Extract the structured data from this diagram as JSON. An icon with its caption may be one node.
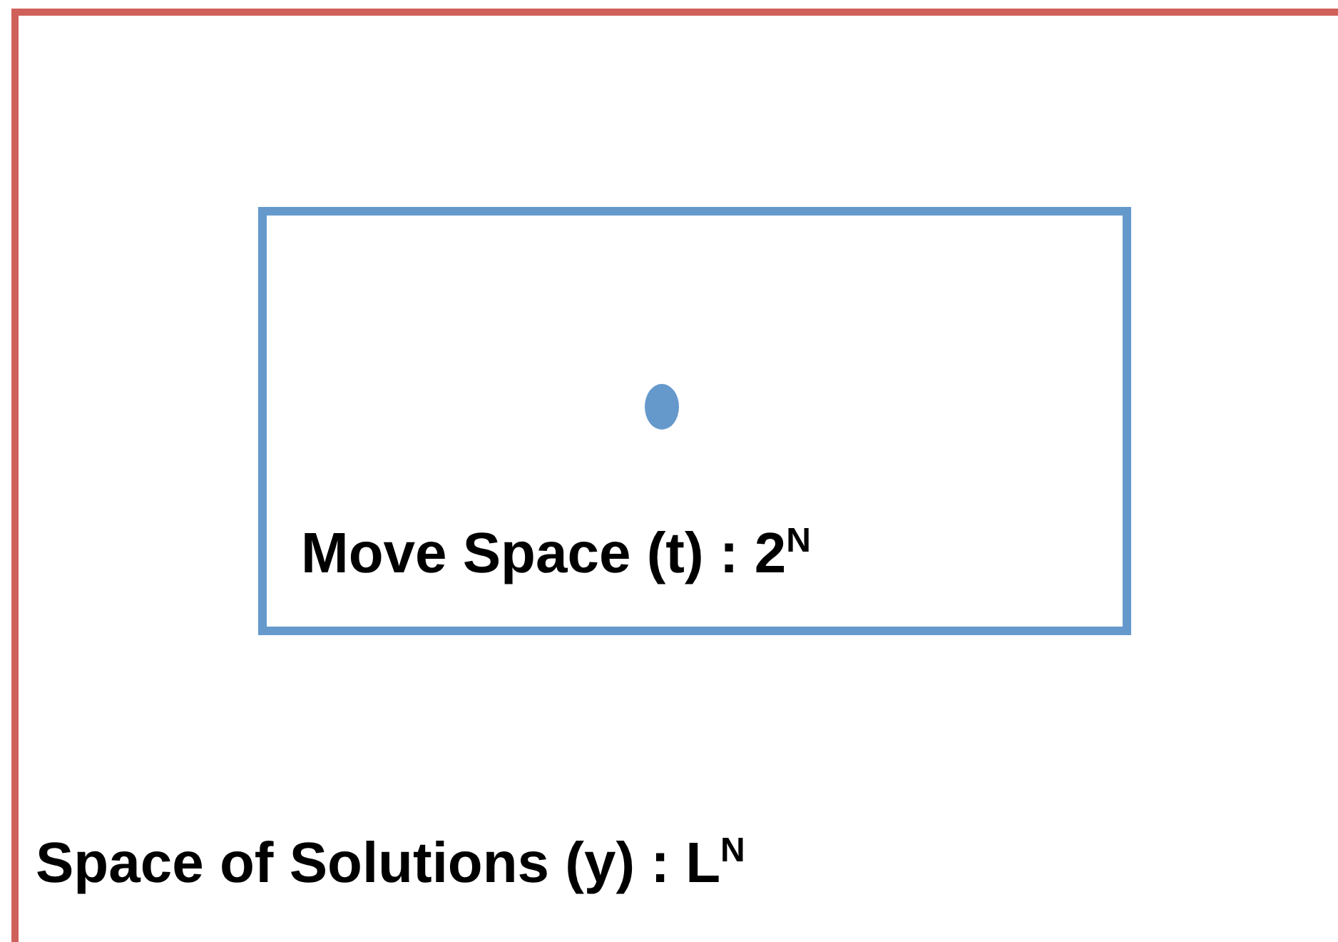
{
  "diagram": {
    "nodes": [
      {
        "text": [
          "Space of Solutions (y) : L$^{N}$"
        ]
      },
      {
        "text": [
          "Move Space (t) : 2$^{N}$"
        ],
        "in": 0
      }
    ]
  }
}
